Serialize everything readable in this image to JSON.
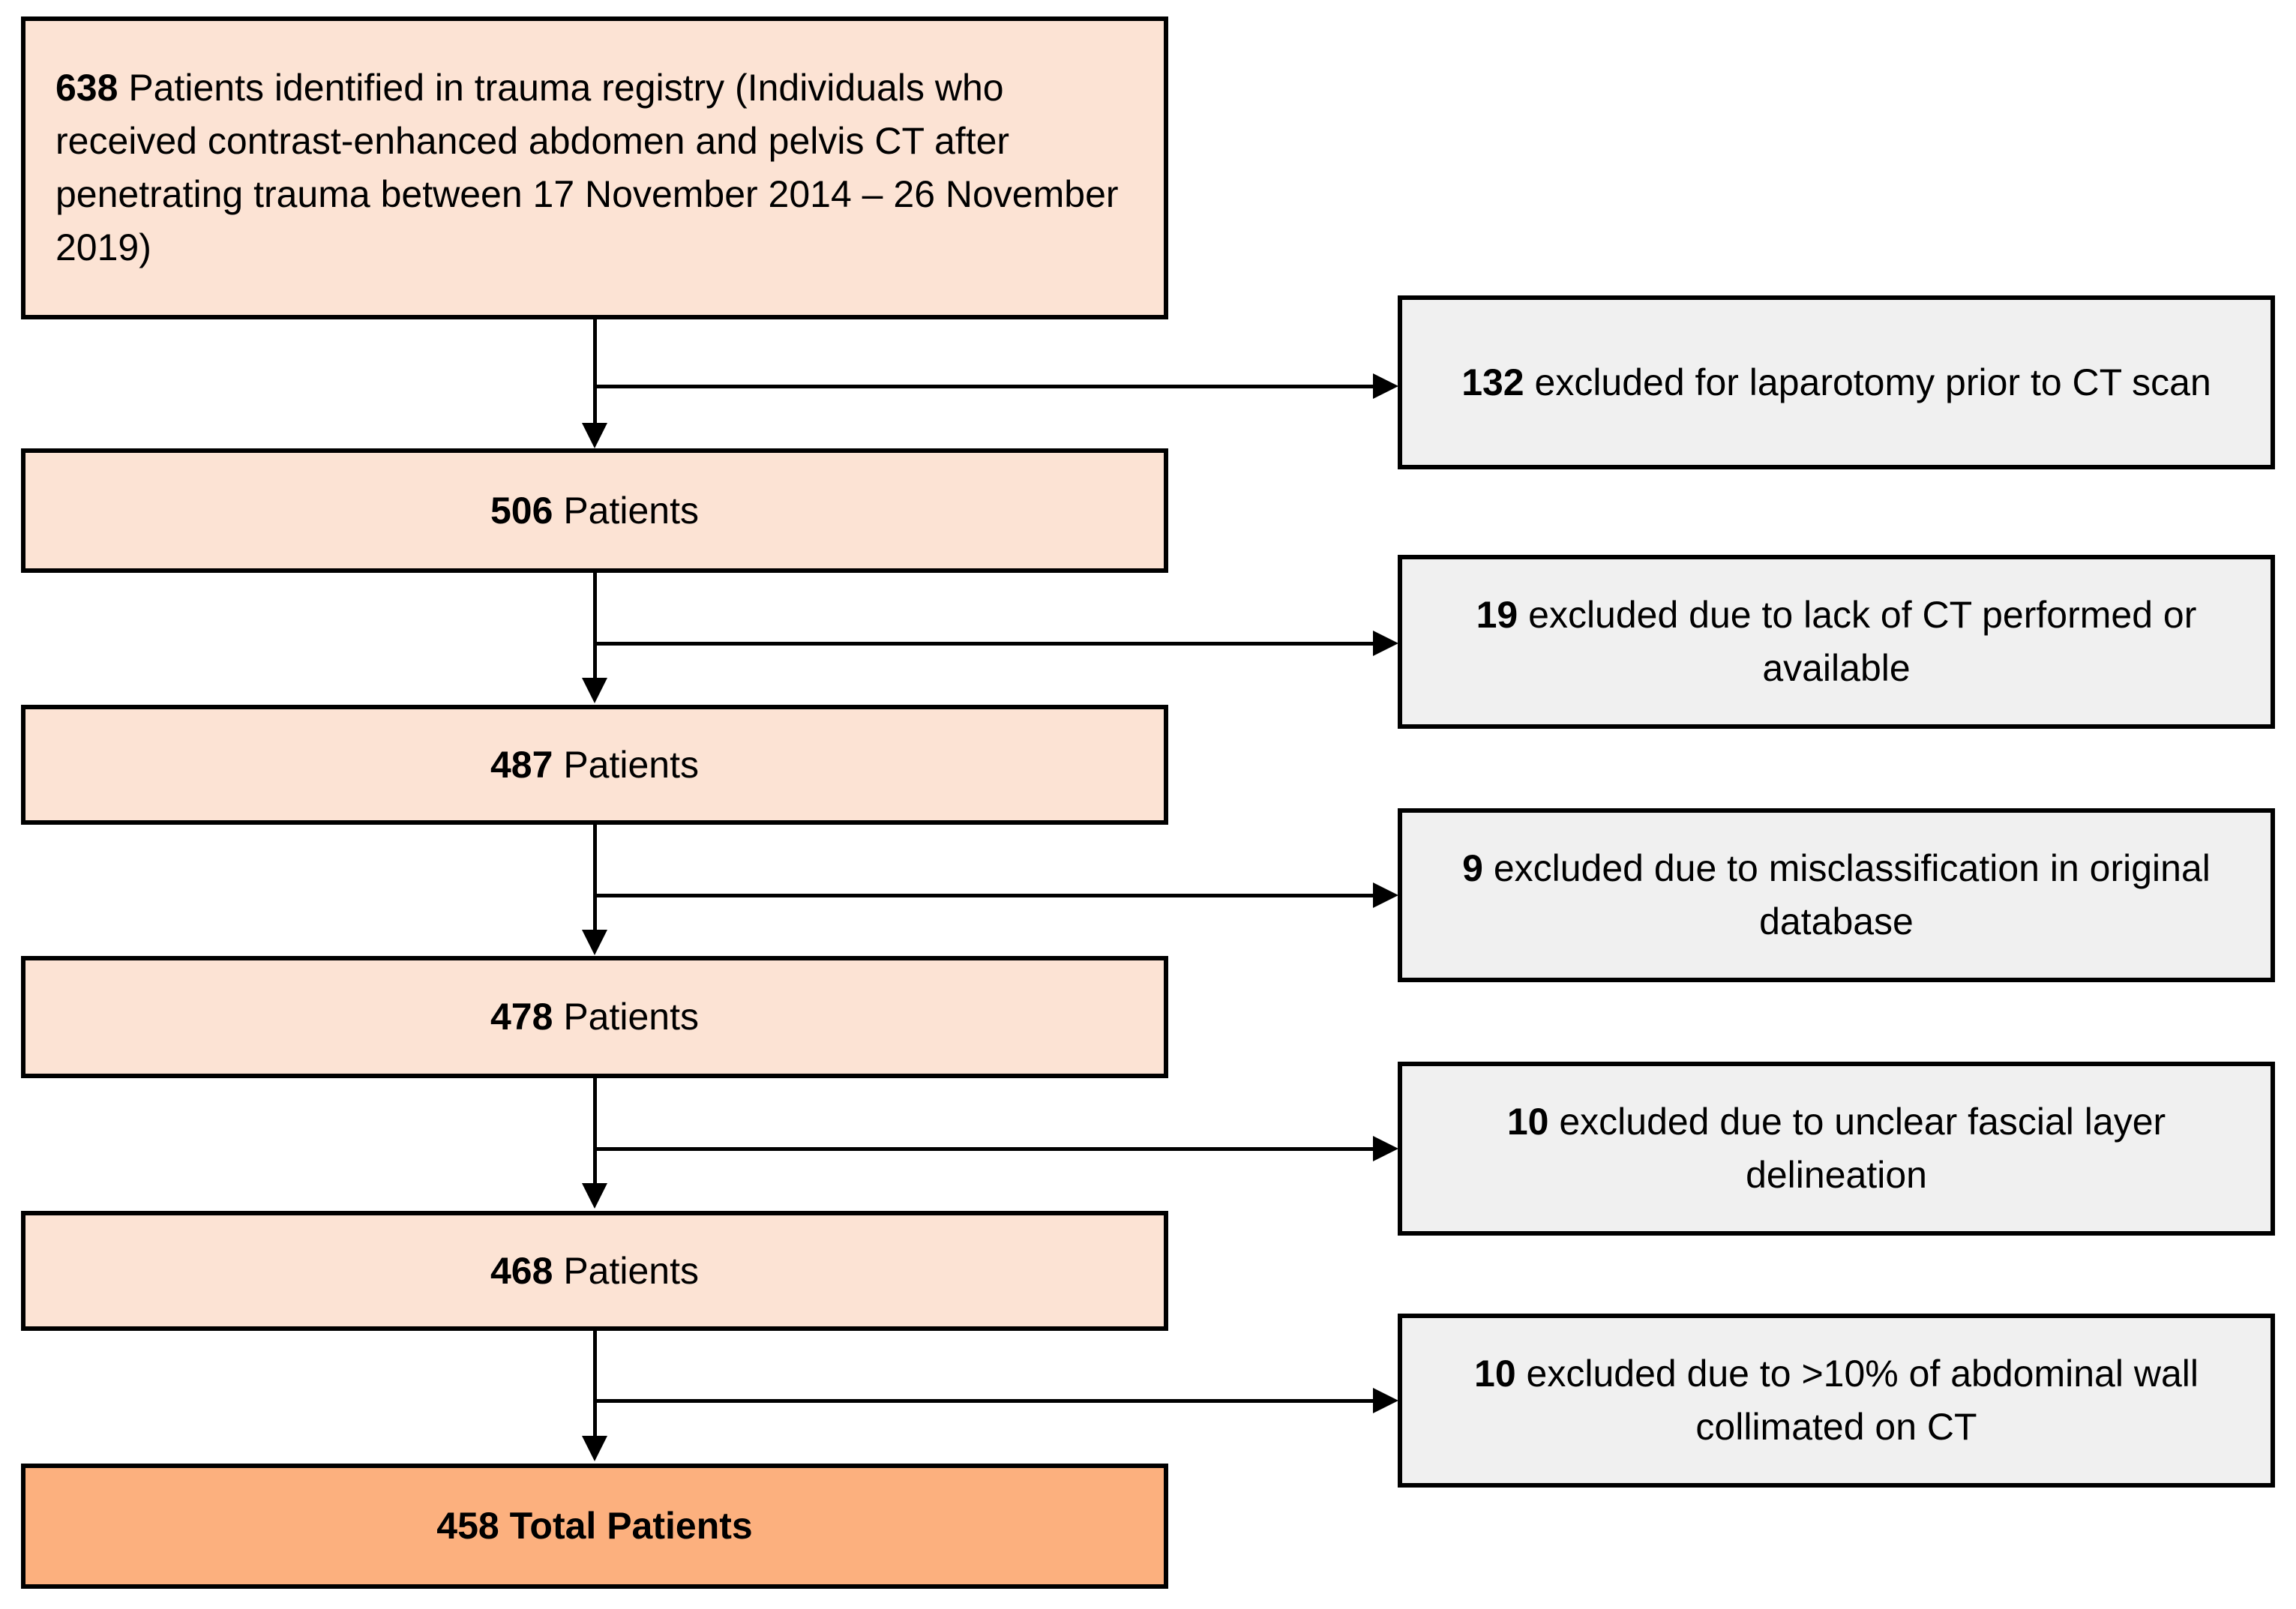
{
  "diagram": {
    "type": "patient-selection-flowchart",
    "colors": {
      "cohort_fill": "#FCE3D4",
      "final_fill": "#FCB07E",
      "exclusion_fill": "#F0F0F0",
      "border": "#000000",
      "text": "#000000"
    }
  },
  "cohorts": [
    {
      "count": "638",
      "label": " Patients identified in trauma registry (Individuals who received contrast-enhanced abdomen and pelvis CT after penetrating trauma between 17 November 2014 – 26 November 2019)"
    },
    {
      "count": "506",
      "label": " Patients"
    },
    {
      "count": "487",
      "label": " Patients"
    },
    {
      "count": "478",
      "label": " Patients"
    },
    {
      "count": "468",
      "label": " Patients"
    }
  ],
  "final": {
    "count": "458",
    "label": " Total Patients"
  },
  "exclusions": [
    {
      "count": "132",
      "label": " excluded for laparotomy prior to CT scan"
    },
    {
      "count": "19",
      "label": " excluded due to lack of CT performed or available"
    },
    {
      "count": "9",
      "label": " excluded due to misclassification in original database"
    },
    {
      "count": "10",
      "label": " excluded due to unclear fascial layer delineation"
    },
    {
      "count": "10",
      "label": " excluded due to >10% of abdominal wall collimated on CT"
    }
  ]
}
